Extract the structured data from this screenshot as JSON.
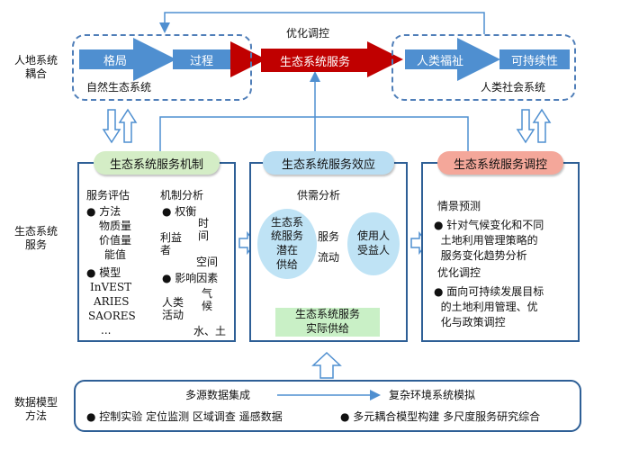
{
  "left_labels": {
    "row1": "人地系统\n耦合",
    "row2": "生态系统\n服务",
    "row3": "数据模型\n方法"
  },
  "top": {
    "optimize_label": "优化调控",
    "natural_system": {
      "boxes": [
        "格局",
        "过程"
      ],
      "label": "自然生态系统"
    },
    "center_box": "生态系统服务",
    "social_system": {
      "boxes": [
        "人类福祉",
        "可持续性"
      ],
      "label": "人类社会系统"
    }
  },
  "panels": {
    "mechanism": {
      "header": "生态系统服务机制",
      "eval_title": "服务评估",
      "method_label": "● 方法",
      "methods": [
        "物质量",
        "价值量",
        "能值"
      ],
      "model_label": "● 模型",
      "models": [
        "InVEST",
        "ARIES",
        "SAORES",
        "..."
      ],
      "mech_title": "机制分析",
      "tradeoff_label": "● 权衡",
      "axis_time": "时\n间",
      "axis_stakeholder": "利益\n者",
      "axis_space": "空间",
      "factor_label": "● 影响因素",
      "factor_human": "人类\n活动",
      "factor_climate": "气\n候",
      "factor_water_soil": "水、土"
    },
    "effect": {
      "header": "生态系统服务效应",
      "supply_demand": "供需分析",
      "left_ellipse": "生态系\n统服务\n潜在\n供给",
      "flow_label": "服务\n流动",
      "right_ellipse": "使用人\n受益人",
      "actual_supply": "生态系统服务\n实际供给"
    },
    "regulation": {
      "header": "生态系统服务调控",
      "scenario_title": "情景预测",
      "scenario_text": "● 针对气候变化和不同\n  土地利用管理策略的\n  服务变化趋势分析",
      "optimize_title": "优化调控",
      "optimize_text": "● 面向可持续发展目标\n  的土地利用管理、优\n  化与政策调控"
    }
  },
  "bottom": {
    "multi_source": "多源数据集成",
    "complex_sim": "复杂环境系统模拟",
    "methods_left": "● 控制实验  定位监测  区域调查  遥感数据",
    "methods_right": "● 多元耦合模型构建  多尺度服务研究综合"
  },
  "colors": {
    "blue_box": "#4f8fd0",
    "center_red": "#c00000",
    "header_green": "#d4edc6",
    "header_blue": "#b9def3",
    "header_red": "#f4a79a",
    "actual_supply_green": "#c9f0c6",
    "ellipse_blue": "#bfe3f5",
    "panel_border": "#2e5f96"
  }
}
